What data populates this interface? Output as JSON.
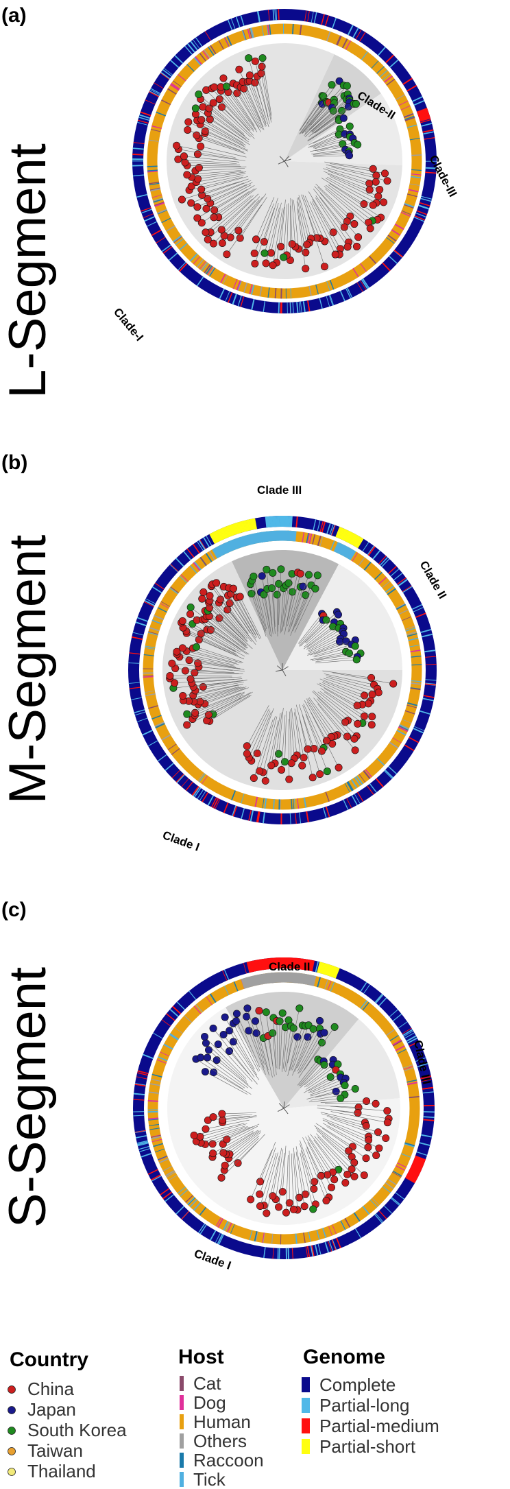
{
  "panels": [
    {
      "id": "a",
      "label": "(a)",
      "segment": "L-Segment",
      "clades": [
        "Clade-II",
        "Clade-III",
        "Clade-I"
      ]
    },
    {
      "id": "b",
      "label": "(b)",
      "segment": "M-Segment",
      "clades": [
        "Clade III",
        "Clade II",
        "Clade I"
      ]
    },
    {
      "id": "c",
      "label": "(c)",
      "segment": "S-Segment",
      "clades": [
        "Clade II",
        "Clade III",
        "Clade I"
      ]
    }
  ],
  "legend": {
    "country": {
      "title": "Country",
      "items": [
        {
          "label": "China",
          "color": "#cc1f1f"
        },
        {
          "label": "Japan",
          "color": "#1a1a8c"
        },
        {
          "label": "South Korea",
          "color": "#1f8a1f"
        },
        {
          "label": "Taiwan",
          "color": "#e8a030"
        },
        {
          "label": "Thailand",
          "color": "#f2ea7a"
        }
      ]
    },
    "host": {
      "title": "Host",
      "items": [
        {
          "label": "Cat",
          "color": "#8a4a6a"
        },
        {
          "label": "Dog",
          "color": "#e0309a"
        },
        {
          "label": "Human",
          "color": "#e8a010"
        },
        {
          "label": "Others",
          "color": "#a0a0a0"
        },
        {
          "label": "Raccoon",
          "color": "#1a7aaa"
        },
        {
          "label": "Tick",
          "color": "#50b0e0"
        }
      ]
    },
    "genome": {
      "title": "Genome",
      "items": [
        {
          "label": "Complete",
          "color": "#0a0a8c"
        },
        {
          "label": "Partial-long",
          "color": "#50b8e8"
        },
        {
          "label": "Partial-medium",
          "color": "#ff1010"
        },
        {
          "label": "Partial-short",
          "color": "#ffff10"
        }
      ]
    }
  }
}
